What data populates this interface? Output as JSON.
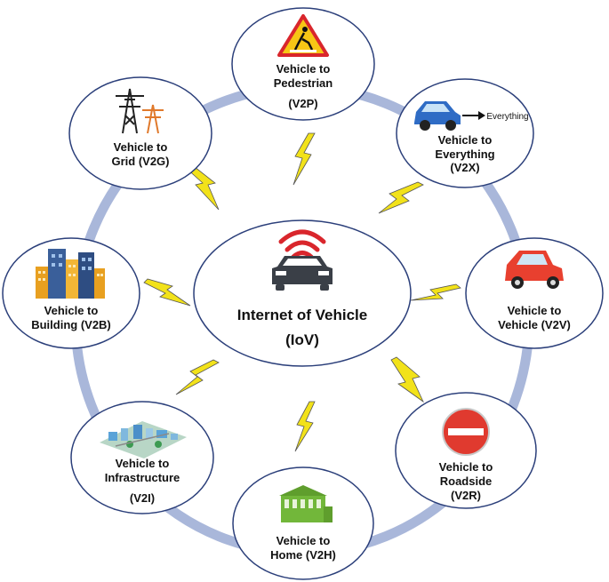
{
  "center": {
    "title": "Internet of Vehicle",
    "abbr": "(IoV)"
  },
  "nodes": {
    "v2p": {
      "line1": "Vehicle to",
      "line2": "Pedestrian",
      "line3": "(V2P)",
      "icon": "pedestrian-crossing-sign-icon"
    },
    "v2x": {
      "line1": "Vehicle to",
      "line2": "Everything",
      "line3": "(V2X)",
      "icon": "blue-car-icon",
      "arrow_text": "Everything"
    },
    "v2v": {
      "line1": "Vehicle to",
      "line2": "Vehicle (V2V)",
      "icon": "red-car-icon"
    },
    "v2r": {
      "line1": "Vehicle to",
      "line2": "Roadside",
      "line3": "(V2R)",
      "icon": "no-entry-sign-icon"
    },
    "v2h": {
      "line1": "Vehicle to",
      "line2": "Home (V2H)",
      "icon": "house-icon"
    },
    "v2i": {
      "line1": "Vehicle to",
      "line2": "Infrastructure",
      "line3": "(V2I)",
      "icon": "city-infrastructure-icon"
    },
    "v2b": {
      "line1": "Vehicle to",
      "line2": "Building (V2B)",
      "icon": "buildings-icon"
    },
    "v2g": {
      "line1": "Vehicle to",
      "line2": "Grid (V2G)",
      "icon": "power-tower-icon"
    }
  },
  "colors": {
    "ring": "#a9b7da",
    "ellipse_stroke": "#2b3f7a",
    "lightning": "#f2e21a",
    "wifi": "#d9262c",
    "car_center": "#3a3f47"
  }
}
